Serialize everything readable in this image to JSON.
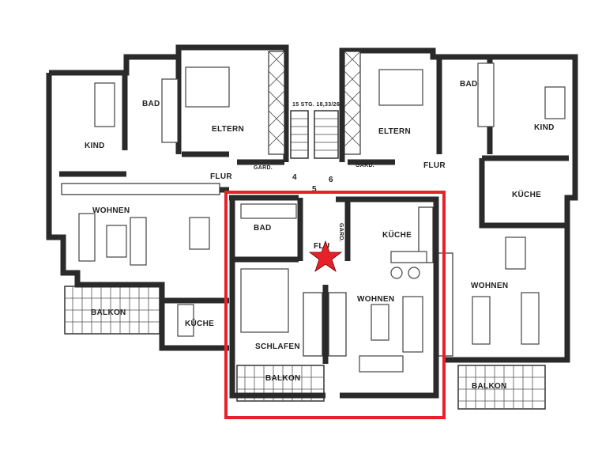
{
  "plan": {
    "rooms": {
      "kind_left": "KIND",
      "bad_top_left": "BAD",
      "eltern_left": "ELTERN",
      "stair_note": "15 STG. 18,33/26",
      "eltern_right": "ELTERN",
      "bad_top_right": "BAD",
      "kind_right": "KIND",
      "flur_left": "FLUR",
      "gard_left": "GARD.",
      "flur_right": "FLUR",
      "gard_right": "GARD.",
      "unit_4": "4",
      "unit_5": "5",
      "unit_6": "6",
      "wohnen_left": "WOHNEN",
      "kueche_right": "KÜCHE",
      "bad_highlight": "BAD",
      "gard_highlight": "GARD.",
      "kueche_highlight": "KÜCHE",
      "flur_highlight": "FLU",
      "wohnen_highlight": "WOHNEN",
      "wohnen_right": "WOHNEN",
      "balkon_left": "BALKON",
      "kueche_left": "KÜCHE",
      "schlafen_highlight": "SCHLAFEN",
      "balkon_highlight": "BALKON",
      "balkon_right": "BALKON"
    },
    "highlight": {
      "color": "#e8202a",
      "marker": "star-icon",
      "marker_color": "#e8202a"
    }
  }
}
